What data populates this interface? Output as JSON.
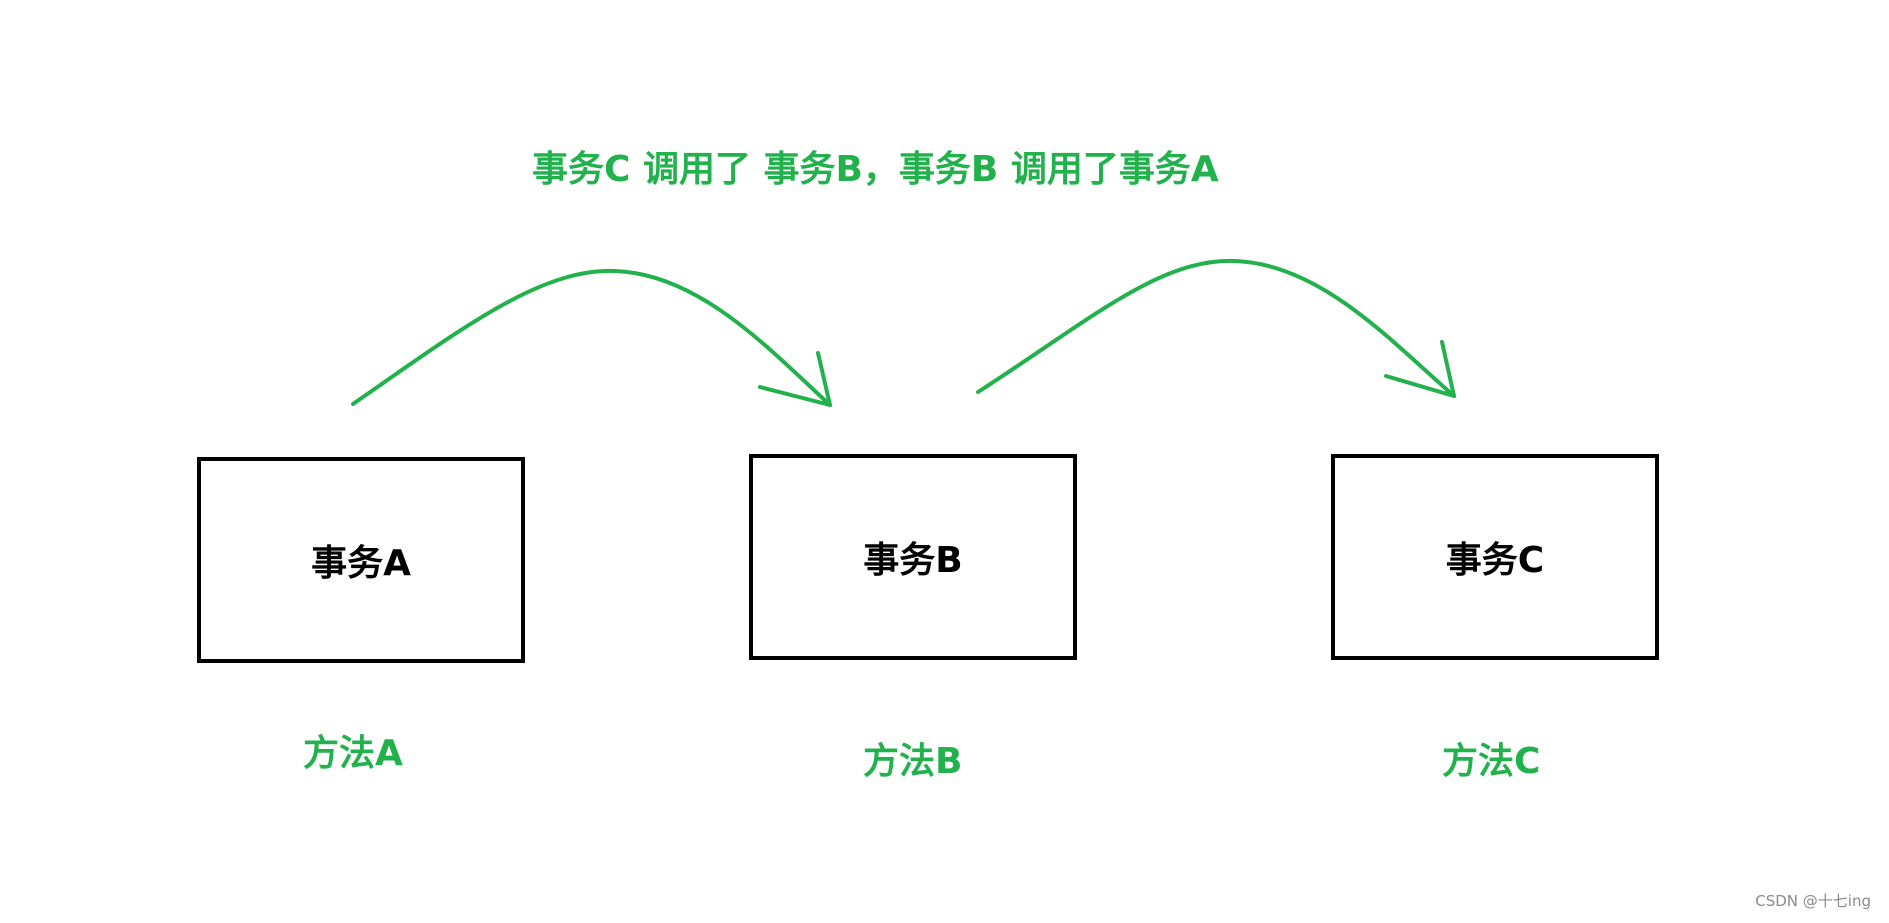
{
  "caption": "事务C 调用了 事务B，事务B 调用了事务A",
  "boxes": [
    {
      "label": "事务A"
    },
    {
      "label": "事务B"
    },
    {
      "label": "事务C"
    }
  ],
  "methods": [
    {
      "label": "方法A"
    },
    {
      "label": "方法B"
    },
    {
      "label": "方法C"
    }
  ],
  "watermark": "CSDN @十七ing",
  "colors": {
    "accent": "#22b14c",
    "box_border": "#000000",
    "text": "#000000",
    "watermark": "#8a8a8a"
  }
}
